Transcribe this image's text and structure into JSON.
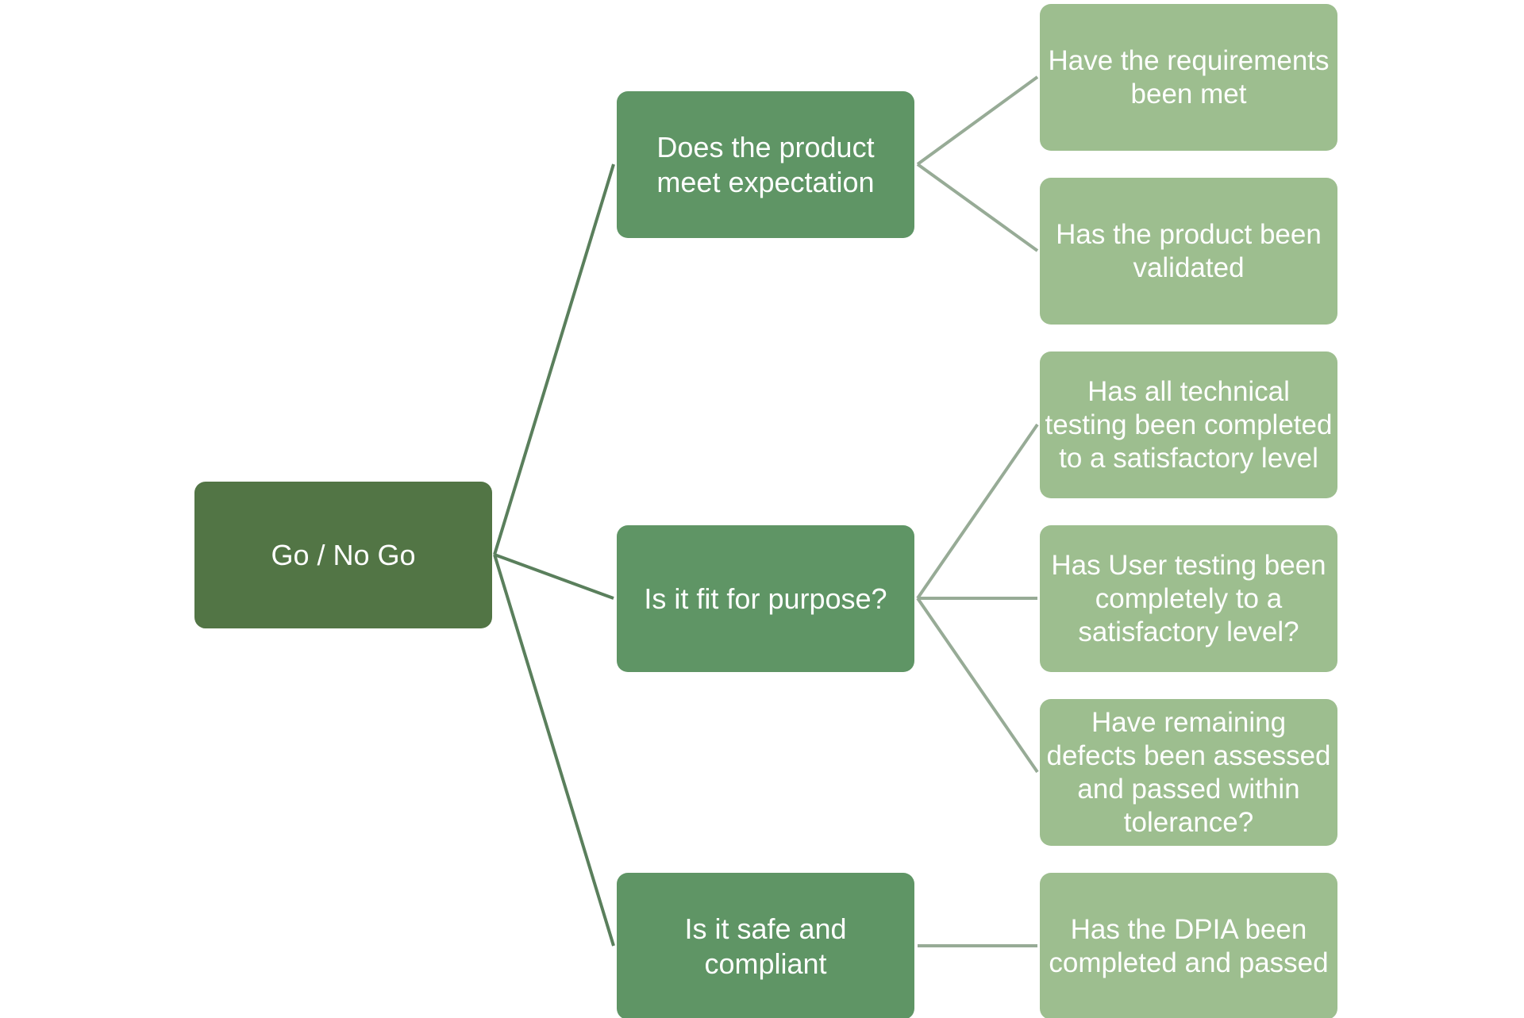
{
  "diagram": {
    "root": {
      "label": "Go / No Go"
    },
    "branches": [
      {
        "label": "Does the product meet expectation",
        "children": [
          {
            "label": "Have the requirements been met"
          },
          {
            "label": "Has the product been validated"
          }
        ]
      },
      {
        "label": "Is it fit for purpose?",
        "children": [
          {
            "label": "Has all technical testing been completed to a satisfactory level"
          },
          {
            "label": "Has User testing been completely to a satisfactory level?"
          },
          {
            "label": "Have remaining defects been assessed and passed within tolerance?"
          }
        ]
      },
      {
        "label": "Is it safe and compliant",
        "children": [
          {
            "label": "Has the DPIA been completed and passed"
          }
        ]
      }
    ]
  },
  "colors": {
    "root_fill": "#527545",
    "branch_fill": "#5f9565",
    "leaf_fill": "#9dbe8f",
    "root_connector": "#5a7f5c",
    "leaf_connector": "#97ab96",
    "text": "#ffffff"
  }
}
